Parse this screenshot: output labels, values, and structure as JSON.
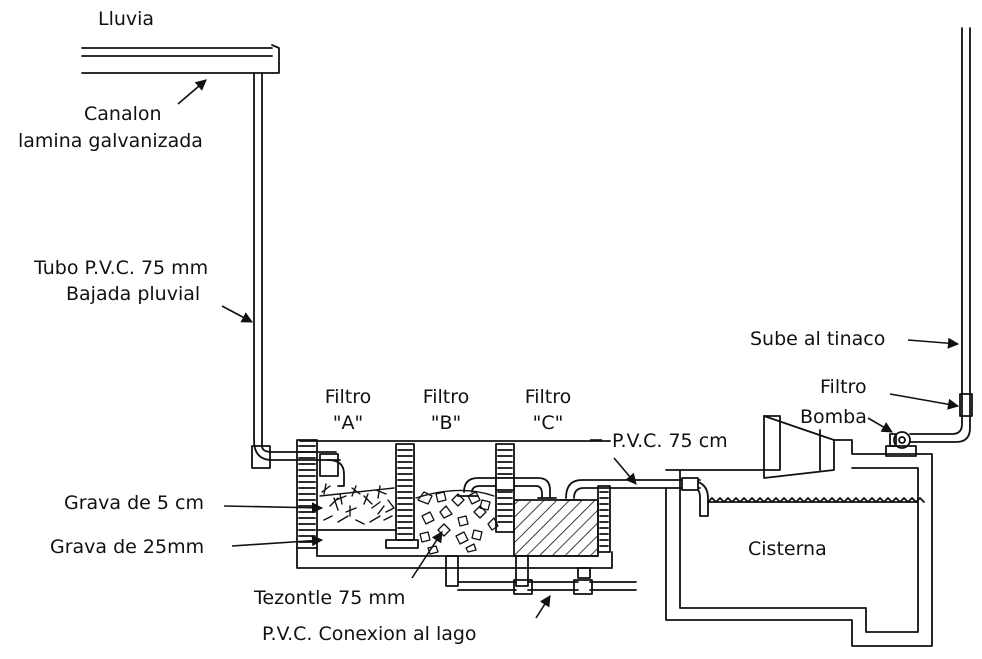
{
  "labels": {
    "rain": "Lluvia",
    "gutter": "Canalon",
    "gutter_material": "lamina galvanizada",
    "pipe": "Tubo P.V.C. 75 mm",
    "downspout": "Bajada pluvial",
    "filter_a": "Filtro",
    "filter_a_id": "\"A\"",
    "filter_b": "Filtro",
    "filter_b_id": "\"B\"",
    "filter_c": "Filtro",
    "filter_c_id": "\"C\"",
    "pvc_pipe": "P.V.C. 75 cm",
    "gravel_5cm": "Grava de 5 cm",
    "gravel_25mm": "Grava de 25mm",
    "tezontle": "Tezontle 75 mm",
    "lake_connection": "P.V.C. Conexion al lago",
    "cistern": "Cisterna",
    "to_tank": "Sube al tinaco",
    "filter": "Filtro",
    "pump": "Bomba"
  },
  "colors": {
    "line": "#111111",
    "background": "#ffffff"
  }
}
